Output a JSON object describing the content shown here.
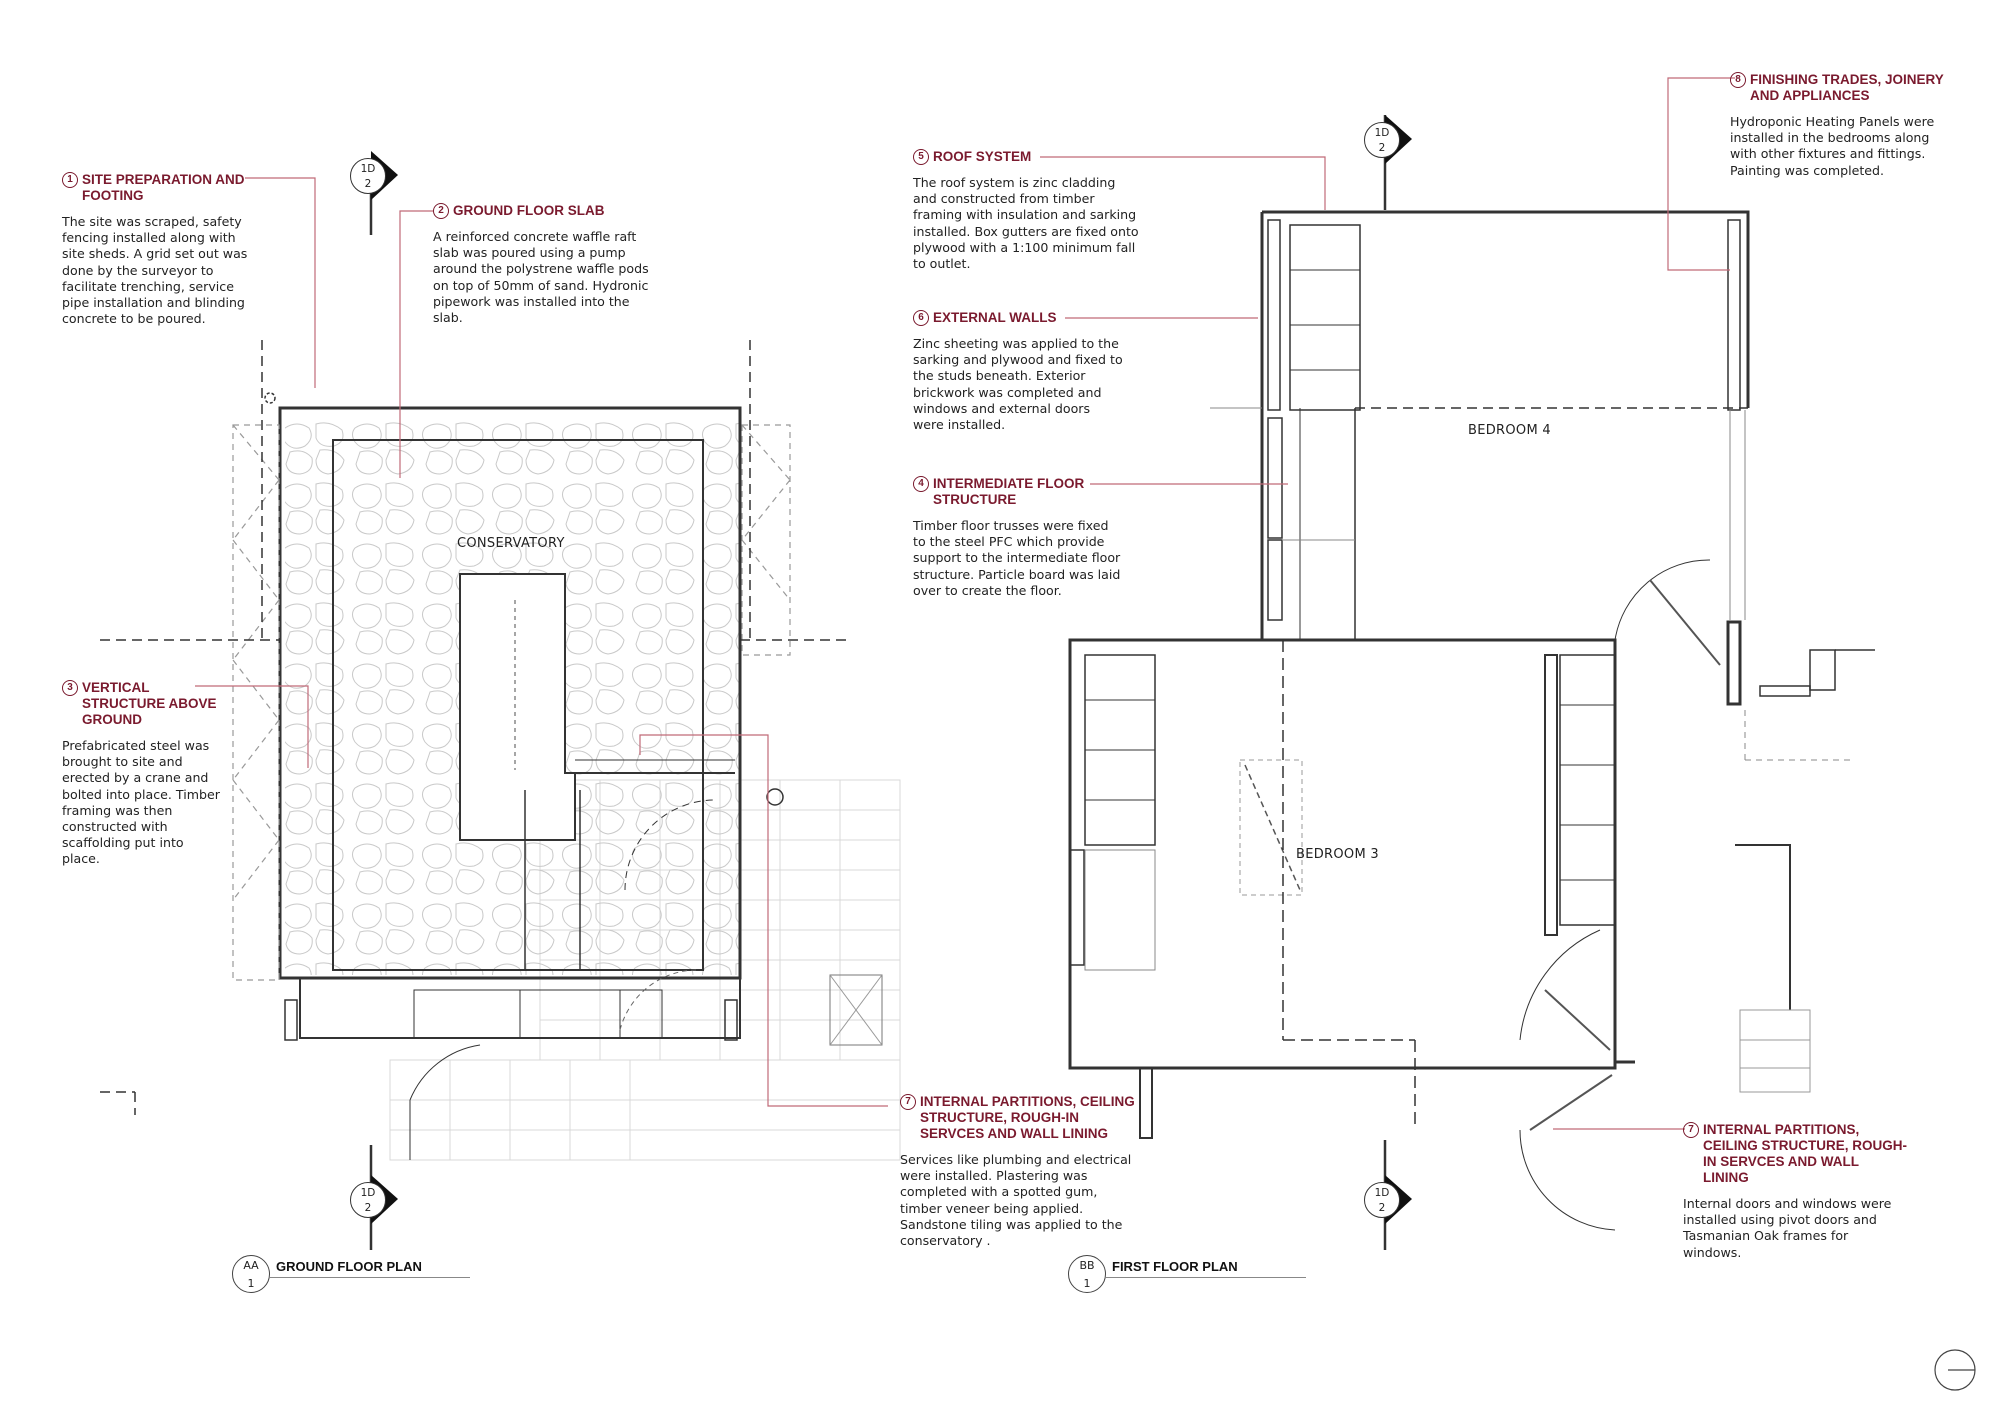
{
  "sheet": {
    "views": [
      {
        "code": "AA",
        "number": "1",
        "title": "GROUND FLOOR PLAN"
      },
      {
        "code": "BB",
        "number": "1",
        "title": "FIRST FLOOR PLAN"
      }
    ],
    "section_marker": {
      "top": "1D",
      "bottom": "2"
    }
  },
  "rooms": {
    "conservatory": "CONSERVATORY",
    "bedroom4": "BEDROOM 4",
    "bedroom3": "BEDROOM 3"
  },
  "notes": [
    {
      "num": "1",
      "title": "SITE PREPARATION AND FOOTING",
      "body": "The site was scraped, safety fencing installed along with site sheds. A grid set out was done by the surveyor to facilitate trenching, service pipe installation and blinding concrete to be poured."
    },
    {
      "num": "2",
      "title": "GROUND FLOOR SLAB",
      "body": "A reinforced concrete waffle raft slab was poured using a pump around the polystrene waffle pods on top of 50mm of sand. Hydronic pipework was installed into the slab."
    },
    {
      "num": "3",
      "title": "VERTICAL STRUCTURE ABOVE GROUND",
      "body": "Prefabricated steel was brought to site and erected by a crane and bolted into place. Timber framing was then constructed with scaffolding put into place."
    },
    {
      "num": "5",
      "title": "ROOF SYSTEM",
      "body": "The roof system is zinc cladding and constructed from timber framing with insulation and sarking installed. Box gutters are fixed onto plywood with a 1:100 minimum fall to outlet."
    },
    {
      "num": "6",
      "title": "EXTERNAL WALLS",
      "body": "Zinc sheeting was applied to the sarking and plywood and fixed to the studs beneath. Exterior brickwork was completed and windows and external doors were installed."
    },
    {
      "num": "4",
      "title": "INTERMEDIATE FLOOR STRUCTURE",
      "body": "Timber floor trusses were fixed to the steel PFC which provide support to the intermediate floor structure. Particle board was laid over to create the floor."
    },
    {
      "num": "8",
      "title": "FINISHING TRADES, JOINERY AND APPLIANCES",
      "body": "Hydroponic Heating Panels were installed in the bedrooms along with other fixtures and fittings. Painting was completed."
    },
    {
      "num": "7",
      "title": "INTERNAL PARTITIONS, CEILING STRUCTURE, ROUGH-IN SERVCES AND WALL LINING",
      "body": "Services like plumbing and electrical were installed. Plastering was completed with a spotted gum, timber veneer being applied. Sandstone tiling was applied to the conservatory ."
    },
    {
      "num": "7",
      "title": "INTERNAL PARTITIONS, CEILING STRUCTURE, ROUGH-IN SERVCES AND WALL LINING",
      "body": "Internal doors and windows were installed using pivot doors and Tasmanian Oak frames for windows."
    }
  ],
  "colors": {
    "accent": "#7a1a2e",
    "leader": "#c06a78",
    "line": "#333333"
  }
}
